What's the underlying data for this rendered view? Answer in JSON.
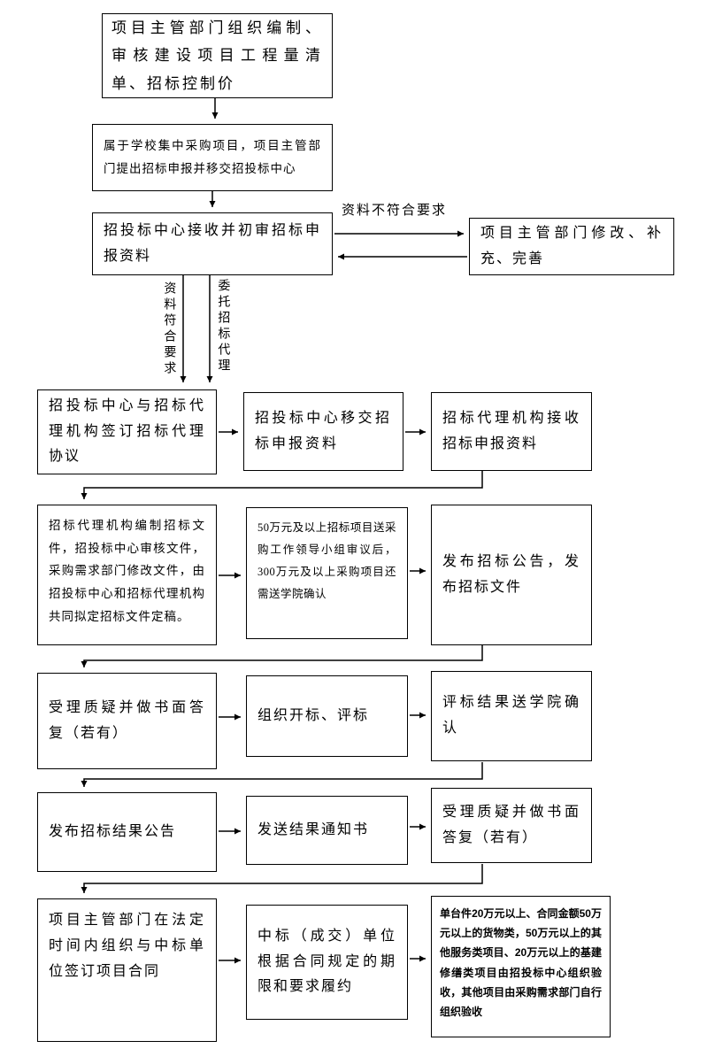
{
  "flow": {
    "b1": "项目主管部门组织编制、审核建设项目工程量清单、招标控制价",
    "b2": "属于学校集中采购项目，项目主管部门提出招标申报并移交招投标中心",
    "b3": "招投标中心接收并初审招标申报资料",
    "b3r": "项目主管部门修改、补充、完善",
    "lbl_nonconforming": "资料不符合要求",
    "lbl_conforming": "资料符合要求",
    "lbl_entrust": "委托招标代理",
    "r4": [
      "招投标中心与招标代理机构签订招标代理协议",
      "招投标中心移交招标申报资料",
      "招标代理机构接收招标申报资料"
    ],
    "r5": [
      "招标代理机构编制招标文件，招投标中心审核文件，采购需求部门修改文件，由招投标中心和招标代理机构共同拟定招标文件定稿。",
      "50万元及以上招标项目送采购工作领导小组审议后，300万元及以上采购项目还需送学院确认",
      "发布招标公告，发布招标文件"
    ],
    "r6": [
      "受理质疑并做书面答复（若有）",
      "组织开标、评标",
      "评标结果送学院确认"
    ],
    "r7": [
      "发布招标结果公告",
      "发送结果通知书",
      "受理质疑并做书面答复（若有）"
    ],
    "r8": [
      "项目主管部门在法定时间内组织与中标单位签订项目合同",
      "中标（成交）单位根据合同规定的期限和要求履约",
      "单台件20万元以上、合同金额50万元以上的货物类，50万元以上的其他服务类项目、20万元以上的基建修缮类项目由招投标中心组织验收，其他项目由采购需求部门自行组织验收"
    ],
    "line_color": "#000000"
  }
}
